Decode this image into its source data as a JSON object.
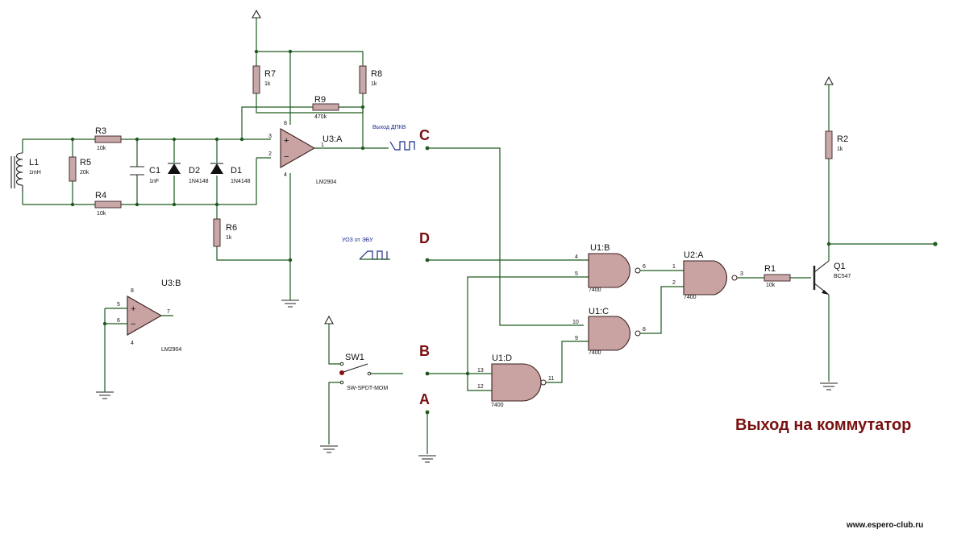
{
  "labels": {
    "L1": "L1",
    "L1v": "1mH",
    "R5": "R5",
    "R5v": "20k",
    "R3": "R3",
    "R3v": "10k",
    "R4": "R4",
    "R4v": "10k",
    "C1": "C1",
    "C1v": "1nF",
    "D2": "D2",
    "D2v": "1N4148",
    "D1": "D1",
    "D1v": "1N4148",
    "R7": "R7",
    "R7v": "1k",
    "R8": "R8",
    "R8v": "1k",
    "R9": "R9",
    "R9v": "470k",
    "R6": "R6",
    "R6v": "1k",
    "U3A": "U3:A",
    "U3Av": "LM2904",
    "U3B": "U3:B",
    "U3Bv": "LM2904",
    "U1B": "U1:B",
    "U1Bv": "7400",
    "U1C": "U1:C",
    "U1Cv": "7400",
    "U1D": "U1:D",
    "U1Dv": "7400",
    "U2A": "U2:A",
    "U2Av": "7400",
    "R1": "R1",
    "R1v": "10k",
    "R2": "R2",
    "R2v": "1k",
    "Q1": "Q1",
    "Q1v": "BC547",
    "SW1": "SW1",
    "SW1v": "SW-SPDT-MOM"
  },
  "signals": {
    "dpkv": "Выход ДПКВ",
    "uoz": "УОЗ от ЭБУ"
  },
  "points": {
    "C": "C",
    "D": "D",
    "B": "B",
    "A": "A"
  },
  "pins": {
    "u3a_3": "3",
    "u3a_2": "2",
    "u3a_1": "1",
    "u3a_8": "8",
    "u3a_4": "4",
    "u3b_5": "5",
    "u3b_6": "6",
    "u3b_7": "7",
    "u3b_8": "8",
    "u3b_4": "4",
    "u1b_4": "4",
    "u1b_5": "5",
    "u1b_6": "6",
    "u1c_10": "10",
    "u1c_9": "9",
    "u1c_8": "8",
    "u1d_13": "13",
    "u1d_12": "12",
    "u1d_11": "11",
    "u2a_1": "1",
    "u2a_2": "2",
    "u2a_3": "3"
  },
  "title": "Выход на коммутатор",
  "watermark": "www.espero-club.ru",
  "colors": {
    "wire": "#1f5a1f",
    "part": "#c8a8a8",
    "accent": "#7a1010",
    "signal": "#1a2a8a"
  }
}
